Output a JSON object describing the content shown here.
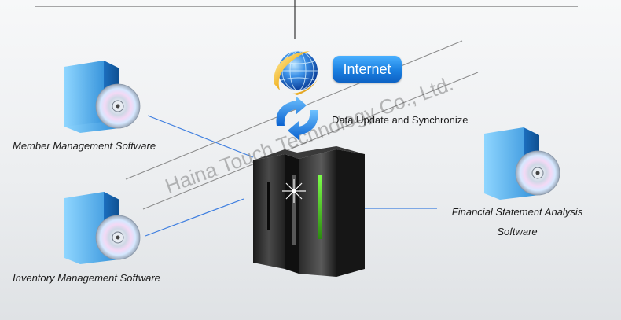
{
  "diagram": {
    "internet_label": "Internet",
    "sync_label": "Data Update and Synchronize",
    "watermark_text": "Haina Touch Technology Co., Ltd.",
    "software": [
      {
        "label": "Member Management Software"
      },
      {
        "label": "Inventory Management Software"
      },
      {
        "label": "Financial Statement Analysis Software"
      }
    ]
  },
  "colors": {
    "connector_blue": "#3f7fe0",
    "line_gray": "#8a8a8a",
    "pill_blue": "#1a7fe0",
    "background": "#eceef0"
  },
  "icons": [
    "software-box-icon",
    "disc-icon",
    "globe-icon",
    "sync-arrows-icon",
    "server-icon"
  ]
}
